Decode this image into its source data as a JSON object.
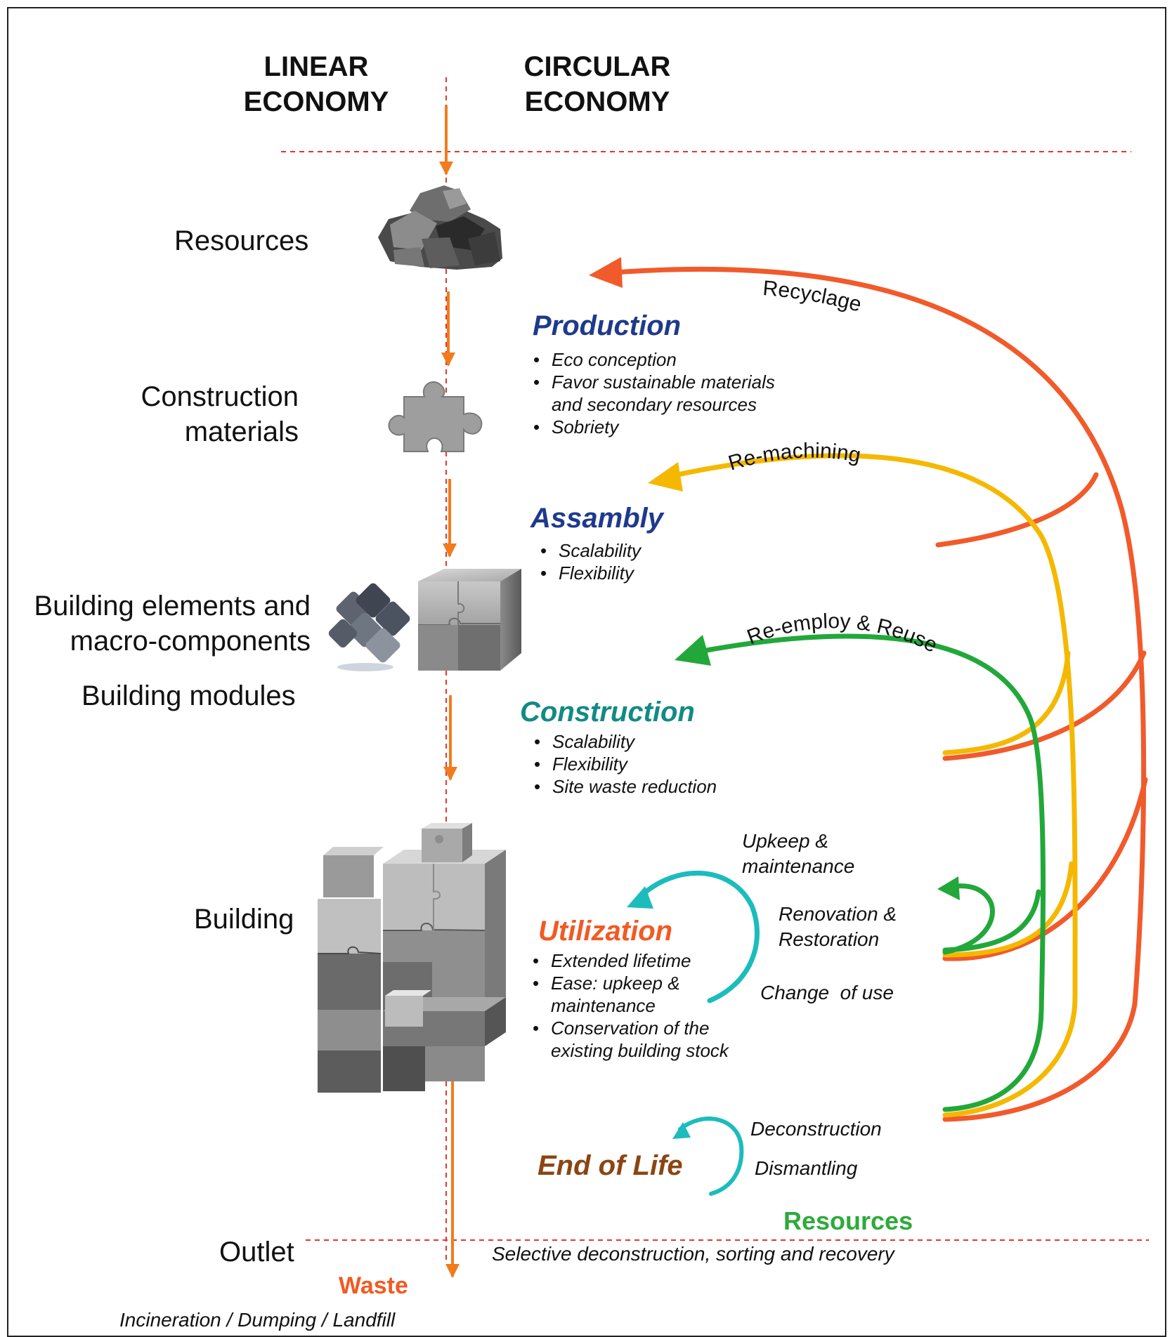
{
  "headers": {
    "linear": [
      "LINEAR",
      "ECONOMY"
    ],
    "circular": [
      "CIRCULAR",
      "ECONOMY"
    ]
  },
  "linear_stages": {
    "resources": "Resources",
    "construction_materials": [
      "Construction",
      "materials"
    ],
    "building_elements": [
      "Building elements and",
      "macro-components"
    ],
    "building_modules": "Building modules",
    "building": "Building",
    "outlet": "Outlet"
  },
  "phases": {
    "production": {
      "title": "Production",
      "color": "#1f3a8c",
      "items": [
        "Eco conception",
        "Favor sustainable materials",
        "and secondary resources",
        "Sobriety"
      ]
    },
    "assembly": {
      "title": "Assambly",
      "color": "#1f3a8c",
      "items": [
        "Scalability",
        "Flexibility"
      ]
    },
    "construction": {
      "title": "Construction",
      "color": "#138a84",
      "items": [
        "Scalability",
        "Flexibility",
        "Site waste reduction"
      ]
    },
    "utilization": {
      "title": "Utilization",
      "color": "#f15a24",
      "items": [
        "Extended lifetime",
        "Ease: upkeep &",
        "maintenance",
        "Conservation of the",
        "existing building stock"
      ]
    },
    "end_of_life": {
      "title": "End of Life",
      "color": "#8b4513"
    }
  },
  "utilization_actions": {
    "upkeep": [
      "Upkeep &",
      "maintenance"
    ],
    "renovation": [
      "Renovation &",
      "Restoration"
    ],
    "change_of_use": "Change  of use"
  },
  "end_of_life_actions": {
    "deconstruction": "Deconstruction",
    "dismantling": "Dismantling"
  },
  "loops": {
    "recycle": "Recyclage",
    "remachining": "Re-machining",
    "reemploy": "Re-employ & Reuse"
  },
  "outlet": {
    "resources_label": "Resources",
    "resources_color": "#2eaa3a",
    "recovery_note": "Selective deconstruction, sorting and recovery",
    "waste_label": "Waste",
    "waste_color": "#f15a24",
    "waste_note": "Incineration / Dumping / Landfill"
  },
  "colors": {
    "recycle": "#f15a2b",
    "remachining": "#f5b800",
    "reemploy": "#22a83a",
    "teal": "#1cbcbc",
    "linear_arrow": "#f07c1e",
    "dashed": "#e8342c"
  },
  "icons": [
    "rock-pile-icon",
    "puzzle-piece-icon",
    "puzzle-cluster-icon",
    "puzzle-cube-icon",
    "puzzle-building-icon"
  ]
}
